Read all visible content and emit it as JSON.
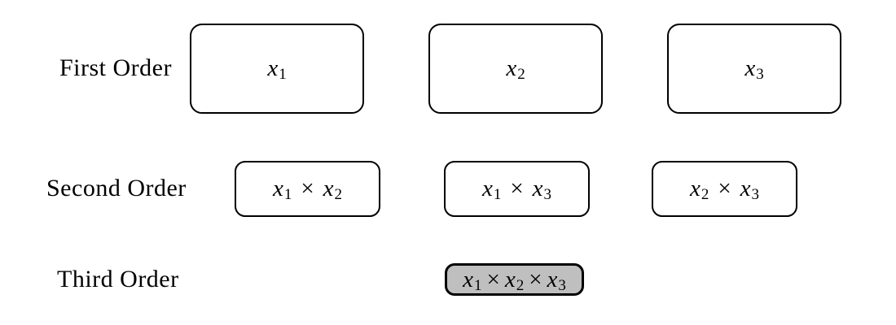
{
  "figure": {
    "operator": "×",
    "colors": {
      "background": "#ffffff",
      "box_border": "#000000",
      "text": "#000000",
      "highlight_fill": "#bfbfbf"
    },
    "rows": [
      {
        "label": "First Order",
        "boxes": [
          {
            "terms": [
              {
                "base": "x",
                "sub": "1"
              }
            ],
            "highlighted": false
          },
          {
            "terms": [
              {
                "base": "x",
                "sub": "2"
              }
            ],
            "highlighted": false
          },
          {
            "terms": [
              {
                "base": "x",
                "sub": "3"
              }
            ],
            "highlighted": false
          }
        ]
      },
      {
        "label": "Second Order",
        "boxes": [
          {
            "terms": [
              {
                "base": "x",
                "sub": "1"
              },
              {
                "base": "x",
                "sub": "2"
              }
            ],
            "highlighted": false
          },
          {
            "terms": [
              {
                "base": "x",
                "sub": "1"
              },
              {
                "base": "x",
                "sub": "3"
              }
            ],
            "highlighted": false
          },
          {
            "terms": [
              {
                "base": "x",
                "sub": "2"
              },
              {
                "base": "x",
                "sub": "3"
              }
            ],
            "highlighted": false
          }
        ]
      },
      {
        "label": "Third Order",
        "boxes": [
          {
            "terms": [
              {
                "base": "x",
                "sub": "1"
              },
              {
                "base": "x",
                "sub": "2"
              },
              {
                "base": "x",
                "sub": "3"
              }
            ],
            "highlighted": true
          }
        ]
      }
    ]
  }
}
